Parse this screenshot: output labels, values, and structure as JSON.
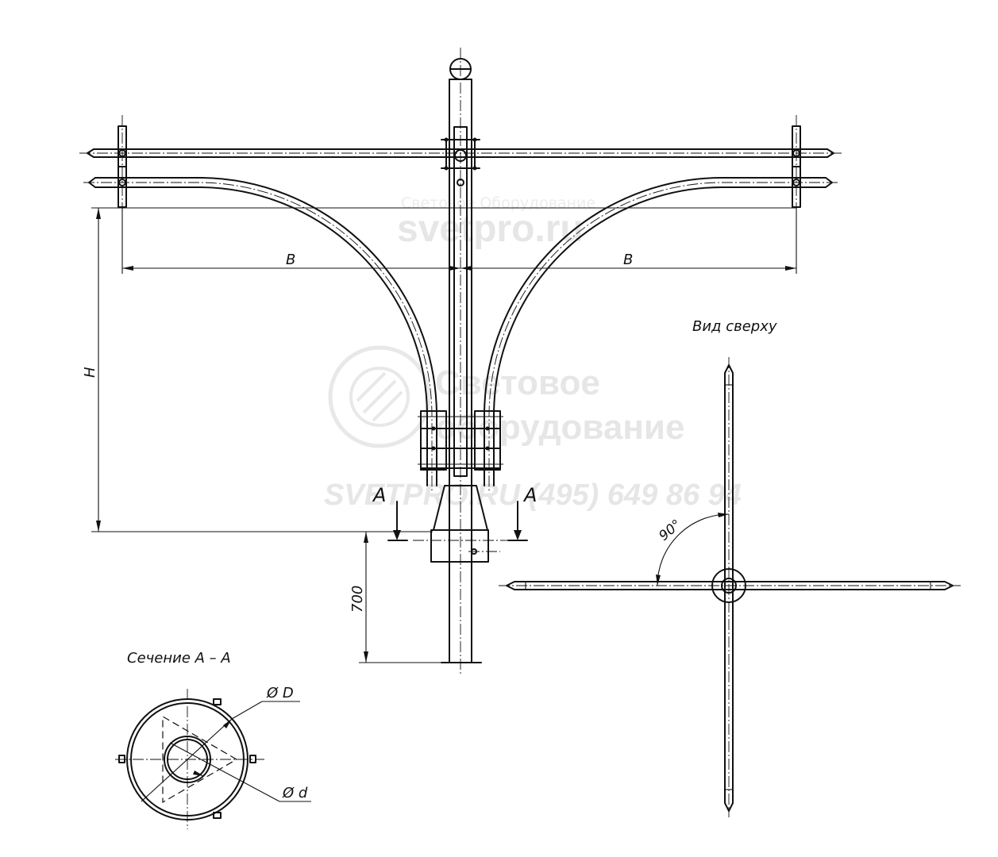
{
  "labels": {
    "dim_b_left": "B",
    "dim_b_right": "B",
    "dim_h": "H",
    "dim_700": "700",
    "section_mark_left": "A",
    "section_mark_right": "A",
    "top_view_title": "Вид сверху",
    "angle": "90°",
    "section_title": "Сечение А – А",
    "dia_outer": "Ø D",
    "dia_inner": "Ø d"
  },
  "watermark": {
    "site_top": "Световое Оборудование",
    "site_url": "svetpro.ru",
    "brand_line1": "Световое",
    "brand_line2": "оборудование",
    "phone": "SVETPRO.RU  (495) 649 86 94"
  },
  "colors": {
    "ink": "#111111",
    "watermark": "#e6e6e6",
    "background": "#ffffff"
  }
}
